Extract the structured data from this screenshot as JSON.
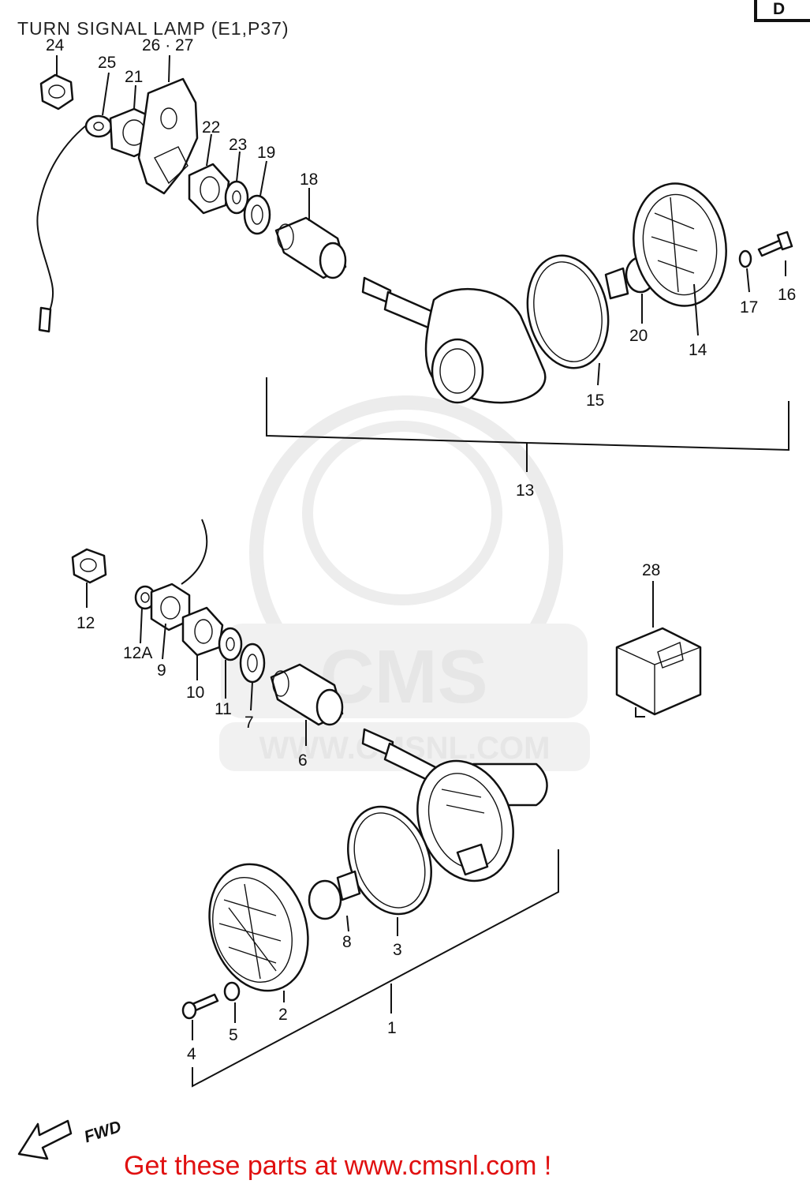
{
  "title": "TURN SIGNAL LAMP (E1,P37)",
  "corner_letter": "D",
  "watermark": {
    "brand": "CMS",
    "url": "WWW.CMSNL.COM"
  },
  "footer": "Get these parts at www.cmsnl.com !",
  "fwd_label": "FWD",
  "callouts": {
    "c24": "24",
    "c25": "25",
    "c21": "21",
    "c2627": "26 · 27",
    "c22": "22",
    "c23": "23",
    "c19": "19",
    "c18": "18",
    "c16": "16",
    "c17": "17",
    "c20": "20",
    "c14": "14",
    "c15": "15",
    "c13": "13",
    "c28": "28",
    "c12": "12",
    "c12a": "12A",
    "c9": "9",
    "c10": "10",
    "c11": "11",
    "c7": "7",
    "c6": "6",
    "c8": "8",
    "c3": "3",
    "c2": "2",
    "c5": "5",
    "c4": "4",
    "c1": "1"
  },
  "colors": {
    "ink": "#111111",
    "footer": "#e01010",
    "watermark": "#e6e6e6"
  }
}
